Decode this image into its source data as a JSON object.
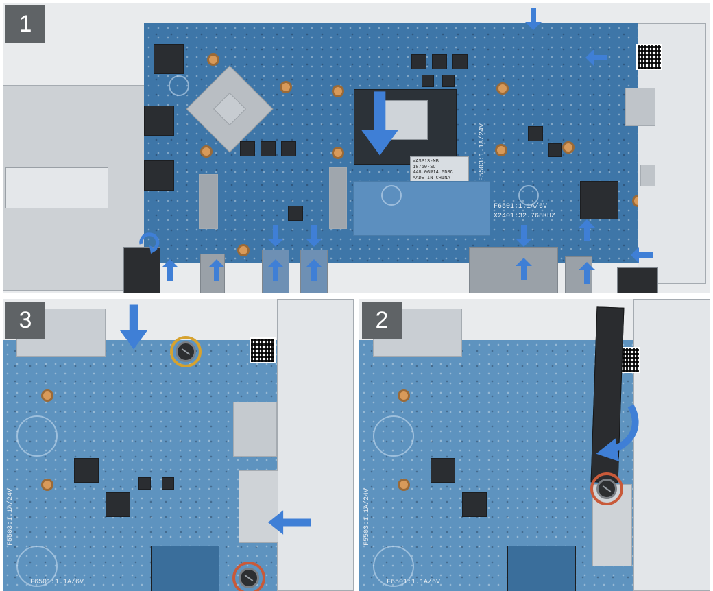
{
  "steps": [
    {
      "number": "1"
    },
    {
      "number": "3"
    },
    {
      "number": "2"
    }
  ],
  "board_labels": {
    "main_label": "WASP13-MB\n18760-SC\n448.0GR14.0DSC\nMADE IN CHINA",
    "fuse_text_1": "F6501:1.1A/6V",
    "fuse_text_2": "X2401:32.768KHZ",
    "fuse_text_3": "F5503:1.1A/24V",
    "fuse_text_4": "F6501:1.1A/6V",
    "fuse_text_5": "F5503:1.1A/24V",
    "fuse_text_6": "F6501:1.1A/6V"
  },
  "colors": {
    "arrow": "#3f7fd6",
    "board": "#3e76a8",
    "ring_yellow": "#d6a22f",
    "ring_red": "#c85a3a"
  },
  "icons": [
    "down-arrow-icon",
    "up-arrow-icon",
    "left-arrow-icon",
    "curved-arrow-icon",
    "rotate-arrow-icon",
    "screw-icon"
  ]
}
